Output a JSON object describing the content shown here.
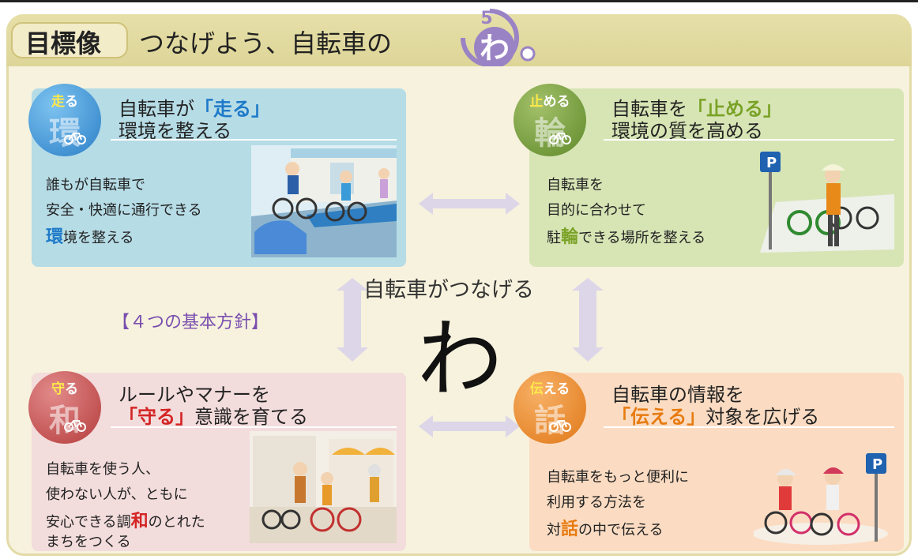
{
  "title": {
    "main": "目標像",
    "sub": "つなげよう、自転車の",
    "logo_char": "わ",
    "logo_num": "5"
  },
  "center": {
    "label": "自転車がつなげる",
    "wa": "わ"
  },
  "policy_label": "【４つの基本方針】",
  "colors": {
    "blue": "#1e7ac9",
    "green": "#7aa226",
    "red": "#d42424",
    "orange": "#e77b10"
  },
  "quadrants": {
    "run": {
      "badge_label_hl": "走",
      "badge_label_rest": "る",
      "badge_big": "環",
      "head1_pre": "自転車が",
      "head1_em": "「走る」",
      "head2": "環境を整える",
      "lines": [
        "誰もが自転車で",
        "安全・快適に通行できる"
      ],
      "line3_em": "環",
      "line3_rest": "境を整える"
    },
    "stop": {
      "badge_label_hl": "止",
      "badge_label_rest": "める",
      "badge_big": "輪",
      "head1_pre": "自転車を",
      "head1_em": "「止める」",
      "head2": "環境の質を高める",
      "lines": [
        "自転車を",
        "目的に合わせて"
      ],
      "line3_pre": "駐",
      "line3_em": "輪",
      "line3_rest": "できる場所を整える"
    },
    "protect": {
      "badge_label_hl": "守",
      "badge_label_rest": "る",
      "badge_big": "和",
      "head1": "ルールやマナーを",
      "head2_em": "「守る」",
      "head2_rest": "意識を育てる",
      "lines": [
        "自転車を使う人、",
        "使わない人が、ともに"
      ],
      "line3_pre": "安心できる調",
      "line3_em": "和",
      "line3_rest": "のとれた",
      "line4": "まちをつくる"
    },
    "tell": {
      "badge_label_hl": "伝",
      "badge_label_rest": "える",
      "badge_big": "話",
      "head1": "自転車の情報を",
      "head2_em": "「伝える」",
      "head2_rest": "対象を広げる",
      "lines": [
        "自転車をもっと便利に",
        "利用する方法を"
      ],
      "line3_pre": "対",
      "line3_em": "話",
      "line3_rest": "の中で伝える"
    }
  },
  "parking_sign": "P"
}
